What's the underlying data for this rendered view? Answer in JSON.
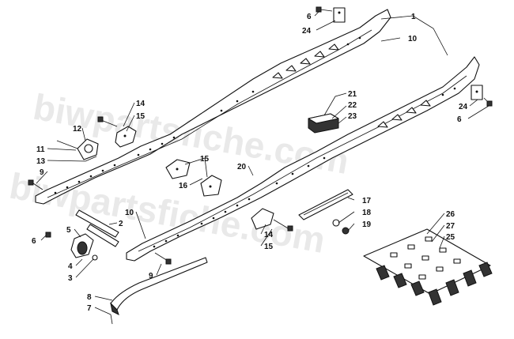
{
  "watermark": {
    "text_top": "biwpartsfiche.com",
    "text_bottom": "biwpartsfiche.com"
  },
  "callouts": [
    {
      "id": "c1",
      "label": "1"
    },
    {
      "id": "c10a",
      "label": "10"
    },
    {
      "id": "c6a",
      "label": "6"
    },
    {
      "id": "c24a",
      "label": "24"
    },
    {
      "id": "c24b",
      "label": "24"
    },
    {
      "id": "c6b",
      "label": "6"
    },
    {
      "id": "c21",
      "label": "21"
    },
    {
      "id": "c22",
      "label": "22"
    },
    {
      "id": "c23",
      "label": "23"
    },
    {
      "id": "c14a",
      "label": "14"
    },
    {
      "id": "c15a",
      "label": "15"
    },
    {
      "id": "c12",
      "label": "12"
    },
    {
      "id": "c11",
      "label": "11"
    },
    {
      "id": "c13",
      "label": "13"
    },
    {
      "id": "c9a",
      "label": "9"
    },
    {
      "id": "c15b",
      "label": "15"
    },
    {
      "id": "c16",
      "label": "16"
    },
    {
      "id": "c20",
      "label": "20"
    },
    {
      "id": "c17",
      "label": "17"
    },
    {
      "id": "c18",
      "label": "18"
    },
    {
      "id": "c19",
      "label": "19"
    },
    {
      "id": "c10b",
      "label": "10"
    },
    {
      "id": "c2",
      "label": "2"
    },
    {
      "id": "c5",
      "label": "5"
    },
    {
      "id": "c6c",
      "label": "6"
    },
    {
      "id": "c4",
      "label": "4"
    },
    {
      "id": "c3",
      "label": "3"
    },
    {
      "id": "c9b",
      "label": "9"
    },
    {
      "id": "c14b",
      "label": "14"
    },
    {
      "id": "c15c",
      "label": "15"
    },
    {
      "id": "c8",
      "label": "8"
    },
    {
      "id": "c7",
      "label": "7"
    },
    {
      "id": "c26",
      "label": "26"
    },
    {
      "id": "c27",
      "label": "27"
    },
    {
      "id": "c25",
      "label": "25"
    }
  ]
}
